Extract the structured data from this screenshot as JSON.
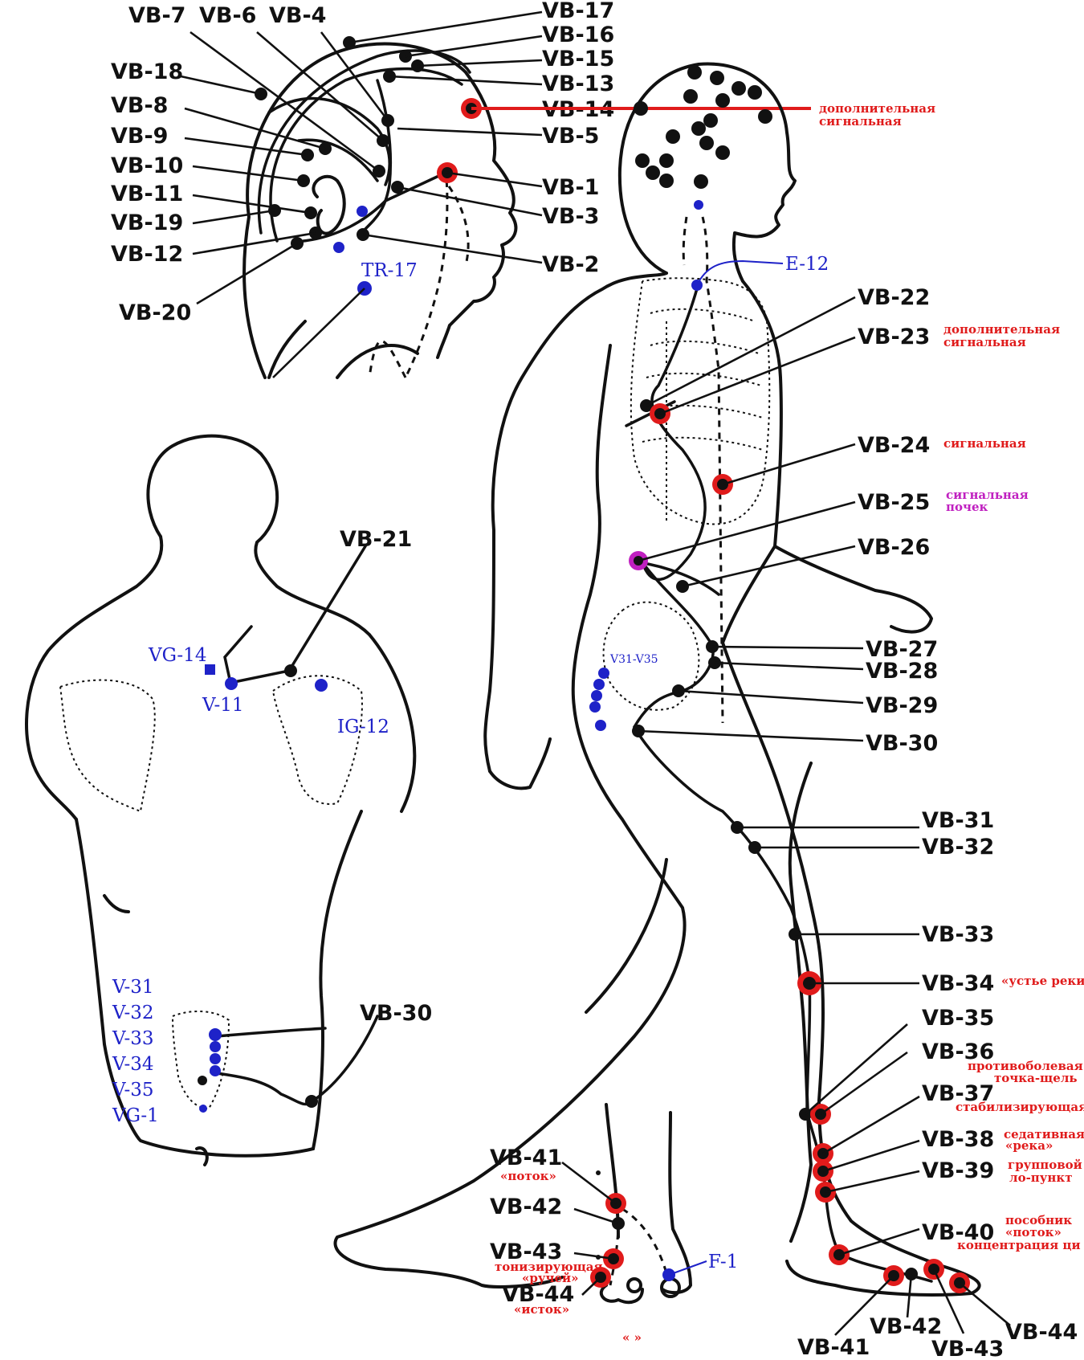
{
  "colors": {
    "ink": "#111111",
    "sign": "#e01b1b",
    "aux": "#1e22c8",
    "kidney": "#c020c0"
  },
  "head_labels": {
    "vb7": "VB-7",
    "vb6": "VB-6",
    "vb4": "VB-4",
    "vb17": "VB-17",
    "vb16": "VB-16",
    "vb15": "VB-15",
    "vb13": "VB-13",
    "vb14": "VB-14",
    "vb5": "VB-5",
    "vb1": "VB-1",
    "vb3": "VB-3",
    "vb2": "VB-2",
    "vb18": "VB-18",
    "vb8": "VB-8",
    "vb9": "VB-9",
    "vb10": "VB-10",
    "vb11": "VB-11",
    "vb19": "VB-19",
    "vb12": "VB-12",
    "vb20": "VB-20",
    "tr17": "TR-17",
    "e12": "E-12"
  },
  "head_notes": {
    "vb14_line1": "дополнительная",
    "vb14_line2": "сигнальная"
  },
  "torso_labels": {
    "vb22": "VB-22",
    "vb23": "VB-23",
    "vb24": "VB-24",
    "vb25": "VB-25",
    "vb26": "VB-26",
    "vb27": "VB-27",
    "vb28": "VB-28",
    "vb29": "VB-29",
    "vb30": "VB-30",
    "v31_35": "V31-V35"
  },
  "torso_notes": {
    "vb23_line1": "дополнительная",
    "vb23_line2": "сигнальная",
    "vb24": "сигнальная",
    "vb25_line1": "сигнальная",
    "vb25_line2": "почек"
  },
  "leg_labels": {
    "vb31": "VB-31",
    "vb32": "VB-32",
    "vb33": "VB-33",
    "vb34": "VB-34",
    "vb35": "VB-35",
    "vb36": "VB-36",
    "vb37": "VB-37",
    "vb38": "VB-38",
    "vb39": "VB-39",
    "vb40": "VB-40"
  },
  "leg_notes": {
    "vb34": "«устье реки",
    "vb36_line1": "противоболевая",
    "vb36_line2": "точка-щель",
    "vb37": "стабилизирующая",
    "vb38_line1": "седативная",
    "vb38_line2": "«река»",
    "vb39_line1": "групповой",
    "vb39_line2": "ло-пункт",
    "vb40_line1": "пособник",
    "vb40_line2": "«поток»",
    "vb40_line3": "концентрация ци"
  },
  "foot_labels": {
    "vb41": "VB-41",
    "vb42": "VB-42",
    "vb43": "VB-43",
    "vb44": "VB-44",
    "f1": "F-1"
  },
  "foot_notes": {
    "vb41": "«поток»",
    "vb43_line1": "тонизирующая",
    "vb43_line2": "«ручей»",
    "vb44": "«исток»",
    "stray": "« »"
  },
  "back_labels": {
    "vb21": "VB-21",
    "vg14": "VG-14",
    "v11": "V-11",
    "ig12": "IG-12",
    "v31": "V-31",
    "v32": "V-32",
    "v33": "V-33",
    "v34": "V-34",
    "v35": "V-35",
    "vg1": "VG-1",
    "vb30": "VB-30"
  }
}
